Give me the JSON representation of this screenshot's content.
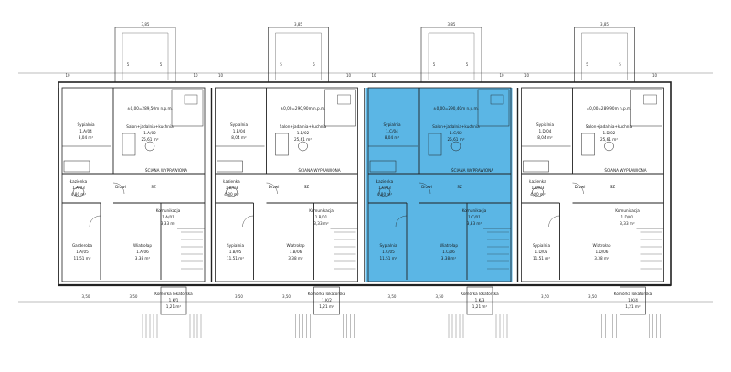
{
  "units": [
    {
      "elevation": "±0,00=289,50m n.p.m.",
      "highlighted": false,
      "rooms": {
        "bedroom_top": {
          "name": "Sypialnia",
          "code": "1.A/04",
          "area": "8,04 m²"
        },
        "living": {
          "name": "Salon+jadalnia+kuchnia",
          "code": "1.A/02",
          "area": "25,61 m²"
        },
        "bath": {
          "name": "Łazienka",
          "code": "1.A/03",
          "area": "4,80 m²"
        },
        "hall": {
          "name": "Komunikacja",
          "code": "1.A/01",
          "area": "3,33 m²"
        },
        "bedroom_bottom": {
          "name": "Garderoba",
          "code": "1.A/05",
          "area": "11,51 m²"
        },
        "wiatrolap": {
          "name": "Wiatrołap",
          "code": "1.A/06",
          "area": "3,38 m²"
        }
      },
      "annex": {
        "name": "Komórka lokatorska",
        "code": "1.K/1",
        "area": "1,21 m²"
      }
    },
    {
      "elevation": "±0,00=290,90m n.p.m.",
      "highlighted": true,
      "rooms": {
        "bedroom_top": {
          "name": "Sypialnia",
          "code": "1.B/04",
          "area": "8,04 m²"
        },
        "living": {
          "name": "Salon+jadalnia+kuchnia",
          "code": "1.B/02",
          "area": "25,61 m²"
        },
        "bath": {
          "name": "Łazienka",
          "code": "1.B/03",
          "area": "4,80 m²"
        },
        "hall": {
          "name": "Komunikacja",
          "code": "1.B/01",
          "area": "3,33 m²"
        },
        "bedroom_bottom": {
          "name": "Sypialnia",
          "code": "1.B/05",
          "area": "11,51 m²"
        },
        "wiatrolap": {
          "name": "Wiatrołap",
          "code": "1.B/06",
          "area": "3,38 m²"
        }
      },
      "annex": {
        "name": "Komórka lokatorska",
        "code": "1.K/2",
        "area": "1,21 m²"
      }
    },
    {
      "elevation": "±0,00=290,40m n.p.m.",
      "highlighted": false,
      "rooms": {
        "bedroom_top": {
          "name": "Sypialnia",
          "code": "1.C/04",
          "area": "8,04 m²"
        },
        "living": {
          "name": "Salon+jadalnia+kuchnia",
          "code": "1.C/02",
          "area": "25,61 m²"
        },
        "bath": {
          "name": "Łazienka",
          "code": "1.C/03",
          "area": "4,80 m²"
        },
        "hall": {
          "name": "Komunikacja",
          "code": "1.C/01",
          "area": "3,33 m²"
        },
        "bedroom_bottom": {
          "name": "Sypialnia",
          "code": "1.C/05",
          "area": "11,51 m²"
        },
        "wiatrolap": {
          "name": "Wiatrołap",
          "code": "1.C/06",
          "area": "3,38 m²"
        }
      },
      "annex": {
        "name": "Komórka lokatorska",
        "code": "1.K/3",
        "area": "1,21 m²"
      }
    },
    {
      "elevation": "±0,00=289,90m n.p.m.",
      "highlighted": false,
      "rooms": {
        "bedroom_top": {
          "name": "Sypialnia",
          "code": "1.D/04",
          "area": "8,04 m²"
        },
        "living": {
          "name": "Salon+jadalnia+kuchnia",
          "code": "1.D/02",
          "area": "25,61 m²"
        },
        "bath": {
          "name": "Łazienka",
          "code": "1.D/03",
          "area": "4,80 m²"
        },
        "hall": {
          "name": "Komunikacja",
          "code": "1.D/01",
          "area": "3,33 m²"
        },
        "bedroom_bottom": {
          "name": "Sypialnia",
          "code": "1.D/05",
          "area": "11,51 m²"
        },
        "wiatrolap": {
          "name": "Wiatrołap",
          "code": "1.D/06",
          "area": "3,38 m²"
        }
      },
      "annex": {
        "name": "Komórka lokatorska",
        "code": "1.K/4",
        "area": "1,21 m²"
      }
    }
  ],
  "common_labels": {
    "wall_note": "ŚCIANA WYPRAWIONA",
    "door_tag": "Drzwi",
    "cabinet": "SZ"
  },
  "highlight_color": "#3ea9e0",
  "line_color": "#222222"
}
